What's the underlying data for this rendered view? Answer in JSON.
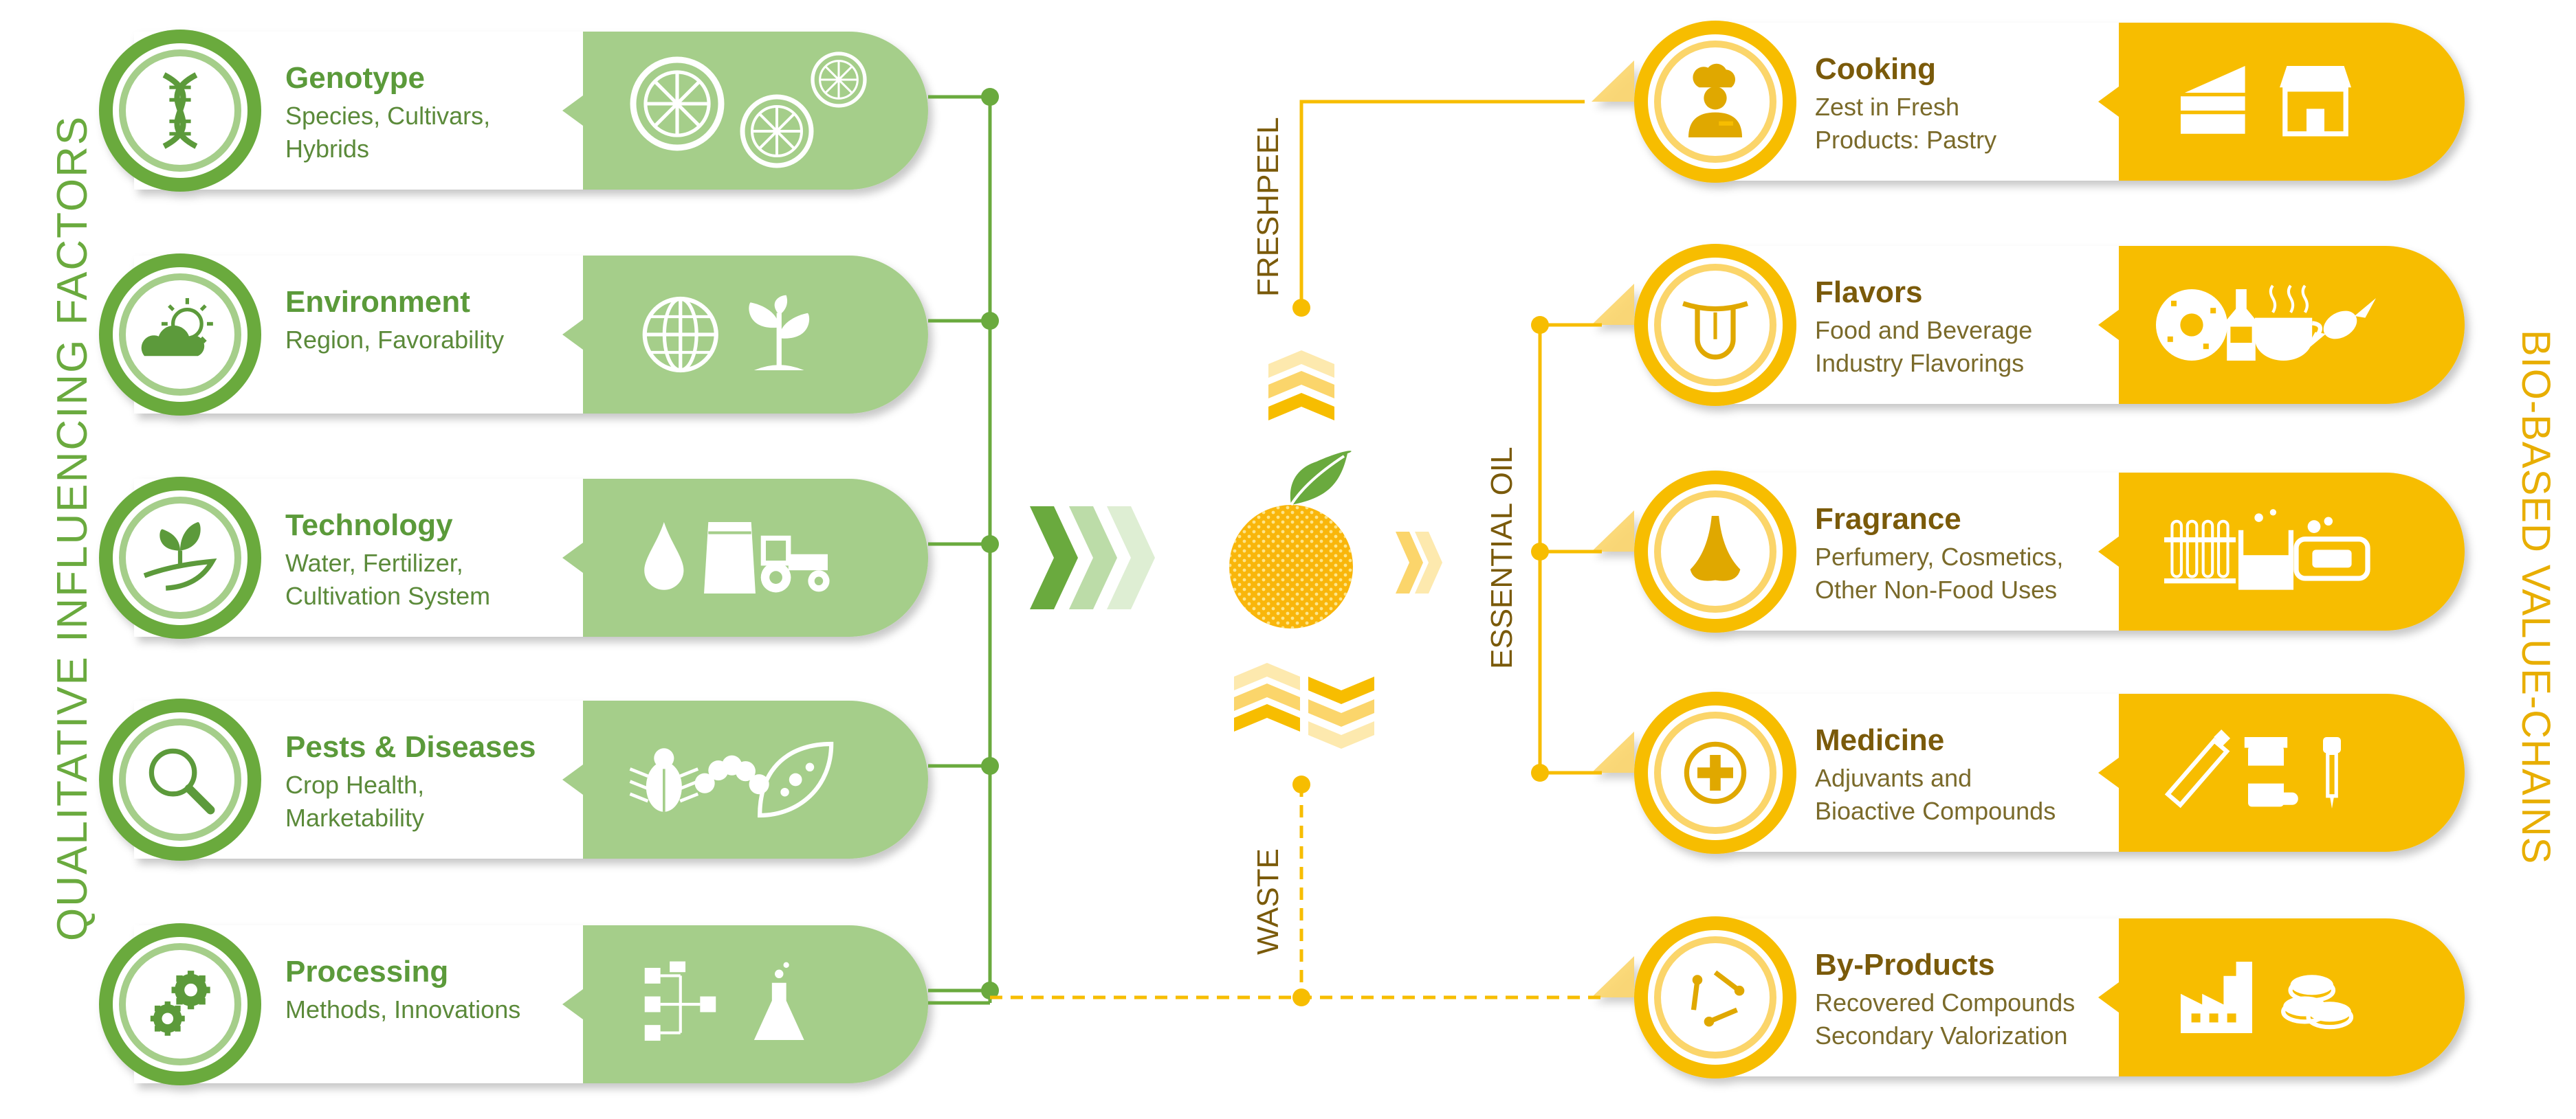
{
  "left_title": "QUALITATIVE  INFLUENCING FACTORS",
  "right_title": "BIO-BASED VALUE-CHAINS",
  "flow_labels": {
    "freshpeel": "FRESHPEEL",
    "essential_oil": "ESSENTIAL OIL",
    "waste": "WASTE"
  },
  "factors": [
    {
      "title": "Genotype",
      "subtitle": "Species, Cultivars,\nHybrids",
      "icon": "dna-icon",
      "pictograms": [
        "citrus-slice-icon",
        "citrus-slice-icon",
        "citrus-slice-icon"
      ]
    },
    {
      "title": "Environment",
      "subtitle": "Region, Favorability",
      "icon": "sun-cloud-icon",
      "pictograms": [
        "globe-icon",
        "sprout-icon"
      ]
    },
    {
      "title": "Technology",
      "subtitle": "Water, Fertilizer,\nCultivation System",
      "icon": "hand-plant-icon",
      "pictograms": [
        "water-drop-icon",
        "fertilizer-bag-icon",
        "tractor-icon"
      ]
    },
    {
      "title": "Pests & Diseases",
      "subtitle": "Crop Health,\nMarketability",
      "icon": "magnifier-icon",
      "pictograms": [
        "beetle-icon",
        "caterpillar-icon",
        "infected-leaf-icon"
      ]
    },
    {
      "title": "Processing",
      "subtitle": "Methods, Innovations",
      "icon": "gears-icon",
      "pictograms": [
        "process-flow-icon",
        "flask-icon"
      ]
    }
  ],
  "value_chains": [
    {
      "title": "Cooking",
      "subtitle": "Zest in Fresh\nProducts: Pastry",
      "icon": "chef-icon",
      "pictograms": [
        "cake-slice-icon",
        "shop-icon"
      ]
    },
    {
      "title": "Flavors",
      "subtitle": "Food and Beverage\nIndustry  Flavorings",
      "icon": "tongue-icon",
      "pictograms": [
        "donut-icon",
        "bottle-icon",
        "tea-cup-icon",
        "candy-icon"
      ]
    },
    {
      "title": "Fragrance",
      "subtitle": "Perfumery, Cosmetics,\nOther Non-Food Uses",
      "icon": "nose-icon",
      "pictograms": [
        "test-tubes-icon",
        "beaker-icon",
        "soap-icon"
      ]
    },
    {
      "title": "Medicine",
      "subtitle": "Adjuvants and\nBioactive Compounds",
      "icon": "medical-cross-icon",
      "pictograms": [
        "ointment-tube-icon",
        "pill-bottle-icon",
        "dropper-icon"
      ]
    },
    {
      "title": "By-Products",
      "subtitle": "Recovered Compounds\nSecondary Valorization",
      "icon": "recycle-icon",
      "pictograms": [
        "factory-icon",
        "coins-icon"
      ]
    }
  ],
  "colors": {
    "green": "#6aaa3e",
    "light_green": "#a5ce8a",
    "yellow": "#f7bd00",
    "light_yellow": "#fbd56b",
    "orange_fruit": "#f9b60b"
  }
}
